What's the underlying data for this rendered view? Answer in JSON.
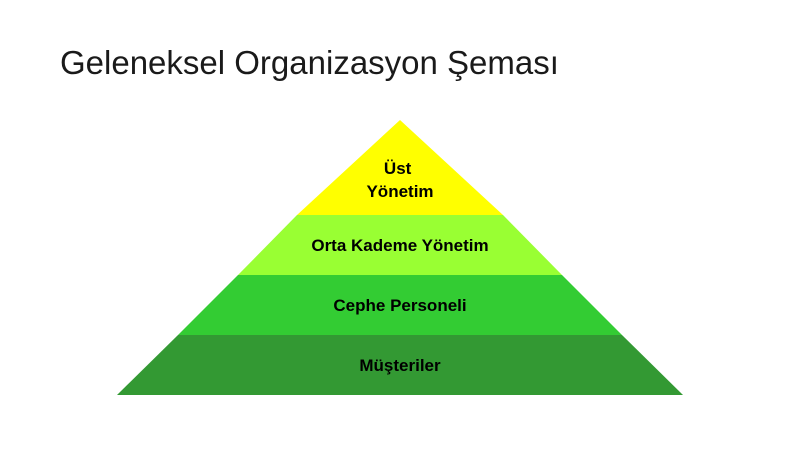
{
  "slide": {
    "title": "Geleneksel Organizasyon Şeması"
  },
  "pyramid": {
    "tiers": [
      {
        "label_lines": [
          "Üst",
          "Yönetim"
        ],
        "color": "#ffff00"
      },
      {
        "label_lines": [
          "Orta Kademe Yönetim"
        ],
        "color": "#99ff33"
      },
      {
        "label_lines": [
          "Cephe Personeli"
        ],
        "color": "#33cc33"
      },
      {
        "label_lines": [
          "Müşteriler"
        ],
        "color": "#339933"
      }
    ]
  }
}
